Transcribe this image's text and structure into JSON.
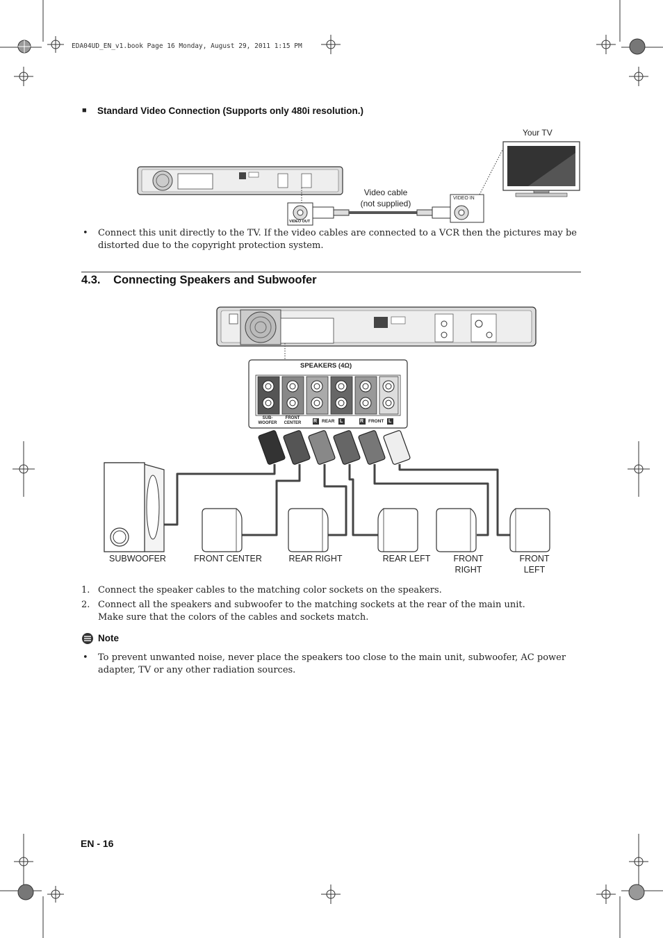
{
  "print_header": "EDA04UD_EN_v1.book  Page 16  Monday, August 29, 2011  1:15 PM",
  "video_section": {
    "heading": "Standard Video Connection (Supports only 480i resolution.)",
    "your_tv_label": "Your TV",
    "cable_label_line1": "Video cable",
    "cable_label_line2": "(not supplied)",
    "video_out_label": "VIDEO OUT",
    "video_in_label": "VIDEO IN",
    "note_bullet": "Connect this unit directly to the TV. If the video cables are connected to a VCR then the pictures may be distorted due to the copyright protection system."
  },
  "speakers_section": {
    "number": "4.3.",
    "title": "Connecting Speakers and Subwoofer",
    "panel_title": "SPEAKERS (4Ω)",
    "panel_labels": {
      "sub_woofer_line1": "SUB-",
      "sub_woofer_line2": "WOOFER",
      "front_center_line1": "FRONT",
      "front_center_line2": "CENTER",
      "rear": "REAR",
      "front": "FRONT",
      "r_badge": "R",
      "l_badge": "L"
    },
    "speaker_labels": [
      "SUBWOOFER",
      "FRONT CENTER",
      "REAR RIGHT",
      "REAR LEFT",
      "FRONT RIGHT",
      "FRONT LEFT"
    ],
    "speaker_labels_split": {
      "front_right_line1": "FRONT",
      "front_right_line2": "RIGHT",
      "front_left_line1": "FRONT",
      "front_left_line2": "LEFT"
    },
    "steps": [
      "Connect the speaker cables to the matching color sockets on the speakers.",
      "Connect all the speakers and subwoofer to the matching sockets at the rear of the main unit."
    ],
    "step2_line2": "Make sure that the colors of the cables and sockets match.",
    "step_numbers": [
      "1.",
      "2."
    ],
    "note_title": "Note",
    "note_text": "To prevent unwanted noise, never place the speakers too close to the main unit, subwoofer, AC power adapter, TV or any other radiation sources."
  },
  "footer": "EN - 16",
  "bullet_glyph": "•",
  "square_glyph": "■"
}
